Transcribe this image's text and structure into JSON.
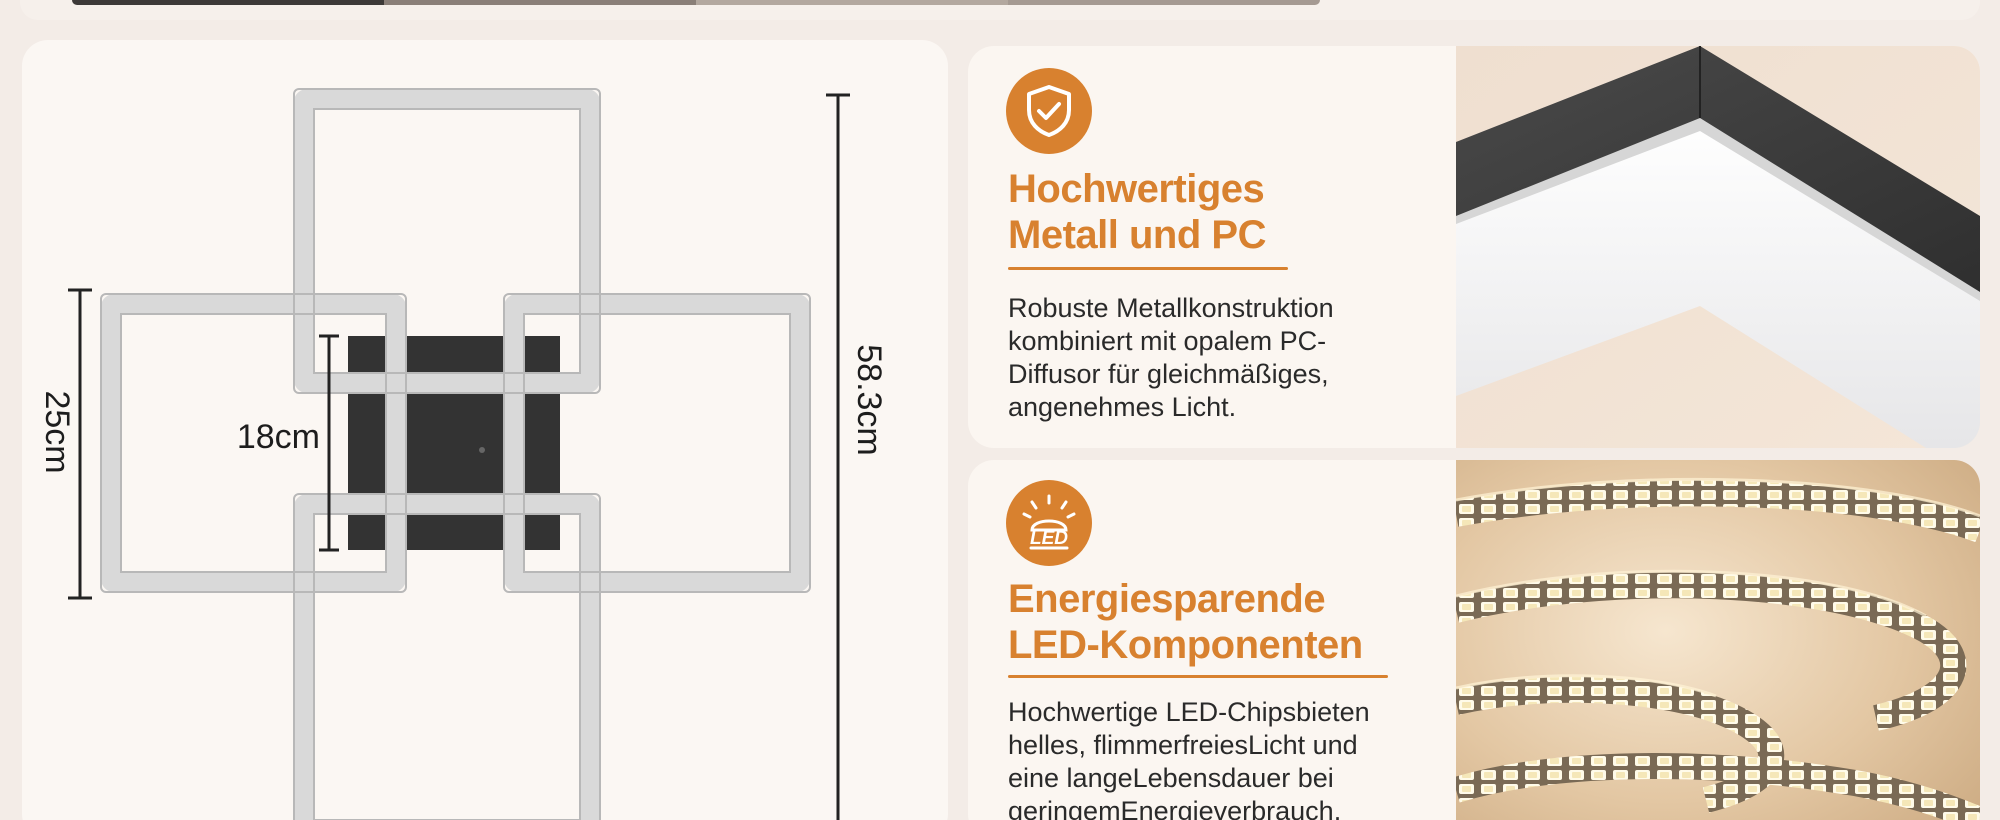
{
  "diagram": {
    "dimensions": {
      "total_height": "58.3cm",
      "side_height": "25cm",
      "plate_height": "18cm"
    }
  },
  "features": [
    {
      "icon": "shield-check-icon",
      "title_line1": "Hochwertiges",
      "title_line2": "Metall und PC",
      "body_lines": [
        "Robuste Metallkonstruktion",
        "kombiniert mit opalem PC-",
        "Diffusor für gleichmäßiges,",
        "angenehmes Licht."
      ]
    },
    {
      "icon": "led-bulb-icon",
      "icon_label": "LED",
      "title_line1": "Energiesparende",
      "title_line2": "LED-Komponenten",
      "body_lines": [
        "Hochwertige LED-Chipsbieten",
        "helles, flimmerfreiesLicht und",
        "eine langeLebensdauer bei",
        "geringemEnergieverbrauch."
      ]
    }
  ],
  "colors": {
    "accent": "#d8812f",
    "frame": "#dcdcdc",
    "plate": "#333333",
    "background": "#f3ece7"
  }
}
